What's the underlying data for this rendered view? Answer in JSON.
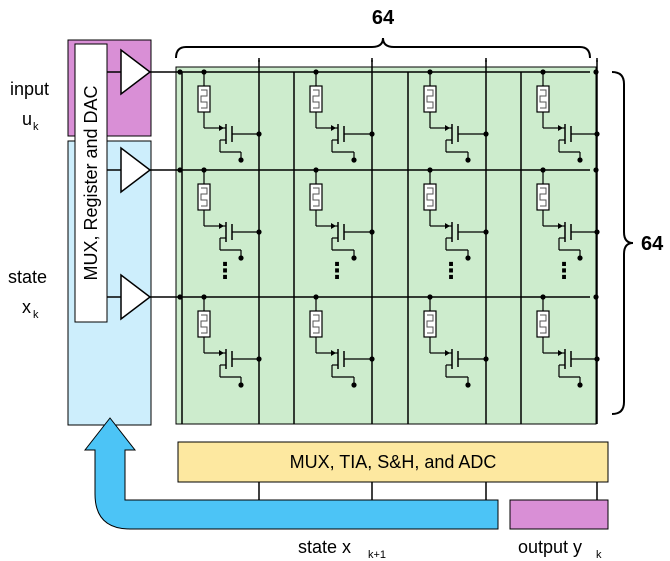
{
  "labels": {
    "top_count": "64",
    "right_count": "64",
    "input_word": "input",
    "input_var": "u",
    "input_sub": "k",
    "state_word": "state",
    "state_var": "x",
    "state_sub": "k",
    "dac_block": "MUX, Register and DAC",
    "adc_block": "MUX, TIA, S&H, and ADC",
    "state_out": "state x",
    "state_out_sub": "k+1",
    "output_out": "output y",
    "output_out_sub": "k",
    "dots": "⋮"
  },
  "colors": {
    "array_fill": "#cdeccd",
    "input_fill": "#d98fd6",
    "state_fill": "#cdeefc",
    "adc_fill": "#fde8a0",
    "feedback_arrow": "#4cc4f6",
    "output_fill": "#d98fd6"
  }
}
